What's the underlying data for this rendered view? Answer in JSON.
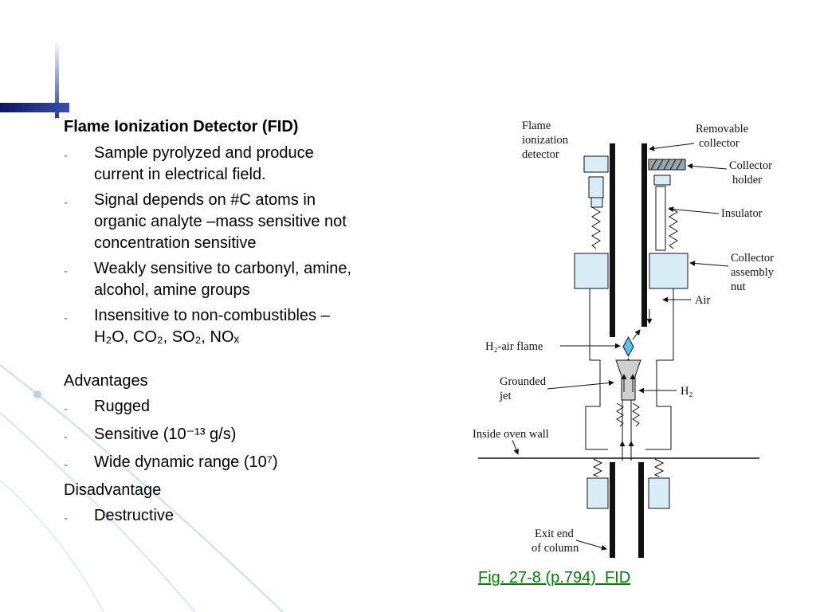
{
  "colors": {
    "accent_blue": "#27379b",
    "bar_navy": "#0d1566",
    "caption_green": "#008000",
    "diagram_fill_blue": "#d9edf7",
    "flame_blue": "#5bc0e8",
    "jet_gray": "#cfcfcf",
    "deco_arc_blue": "#d4e2f2"
  },
  "slide": {
    "title": "Flame Ionization Detector (FID)",
    "bullet_char": "-",
    "bullets": [
      [
        "Sample pyrolyzed and produce",
        "current in electrical field."
      ],
      [
        "Signal depends on #C atoms in",
        "organic analyte –mass sensitive not",
        "concentration sensitive"
      ],
      [
        "Weakly sensitive to carbonyl, amine,",
        "alcohol, amine groups"
      ],
      [
        "Insensitive to non-combustibles –",
        "H₂O, CO₂, SO₂, NOₓ"
      ]
    ],
    "advantages_header": "Advantages",
    "advantages": [
      "Rugged",
      "Sensitive (10⁻¹³ g/s)",
      "Wide dynamic range (10⁷)"
    ],
    "disadvantage_header": "Disadvantage",
    "disadvantages": [
      "Destructive"
    ]
  },
  "diagram": {
    "labels": {
      "detector": [
        "Flame",
        "ionization",
        "detector"
      ],
      "removable_collector": [
        "Removable",
        "collector"
      ],
      "collector_holder": [
        "Collector",
        "holder"
      ],
      "insulator": "Insulator",
      "collector_assembly_nut": [
        "Collector",
        "assembly",
        "nut"
      ],
      "air": "Air",
      "h2_air_flame": "H₂-air flame",
      "grounded_jet": [
        "Grounded",
        "jet"
      ],
      "h2": "H₂",
      "inside_oven_wall": "Inside oven wall",
      "exit_end": [
        "Exit end",
        "of column"
      ]
    },
    "caption": "Fig. 27-8 (p.794)  FID"
  }
}
